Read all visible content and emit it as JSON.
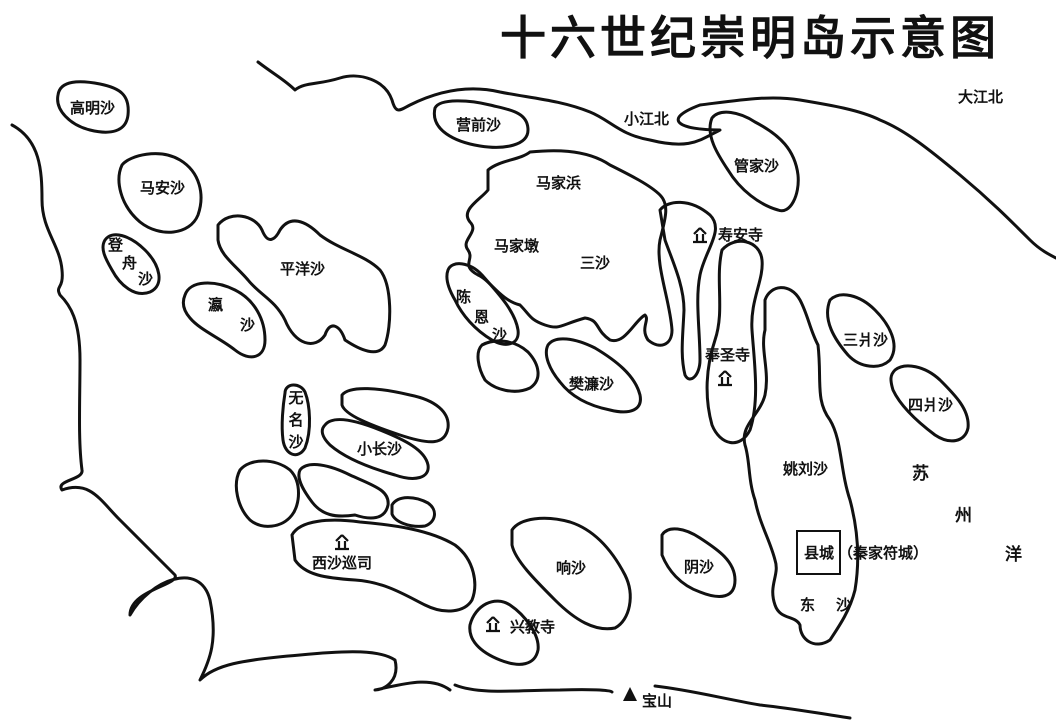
{
  "title": "十六世纪崇明岛示意图",
  "colors": {
    "ink": "#111111",
    "paper": "#ffffff"
  },
  "regions": {
    "north_shore": "大江北",
    "small_north": "小江北",
    "sea": [
      "苏",
      "州",
      "洋"
    ]
  },
  "sandbars": {
    "gaoming": "高明沙",
    "maan": "马安沙",
    "dengzhou": [
      "登",
      "舟",
      "沙"
    ],
    "ying": [
      "瀛",
      "沙"
    ],
    "pingyang": "平洋沙",
    "yingqian": "营前沙",
    "guanjia": "管家沙",
    "sansha": "三沙",
    "chenen": [
      "陈",
      "恩",
      "沙"
    ],
    "fanlian": "樊濂沙",
    "wuming": [
      "无",
      "名",
      "沙"
    ],
    "xiaochang": "小长沙",
    "xiang": "响沙",
    "yin": "阴沙",
    "sanpian": "三爿沙",
    "sipian": "四爿沙",
    "yaoliu": "姚刘沙",
    "dong": [
      "东",
      "沙"
    ]
  },
  "places": {
    "majiabang": "马家浜",
    "majiadun": "马家墩",
    "shouan_temple": "寿安寺",
    "fengsheng_temple": "奉圣寺",
    "xingjiao_temple": "兴教寺",
    "xisha_patrol": "西沙巡司",
    "county_city": "县城",
    "county_city_note": "（秦家符城）",
    "baoshan": "宝山"
  },
  "legend_icons": [
    "temple-icon",
    "mountain-icon",
    "county-city-box"
  ]
}
